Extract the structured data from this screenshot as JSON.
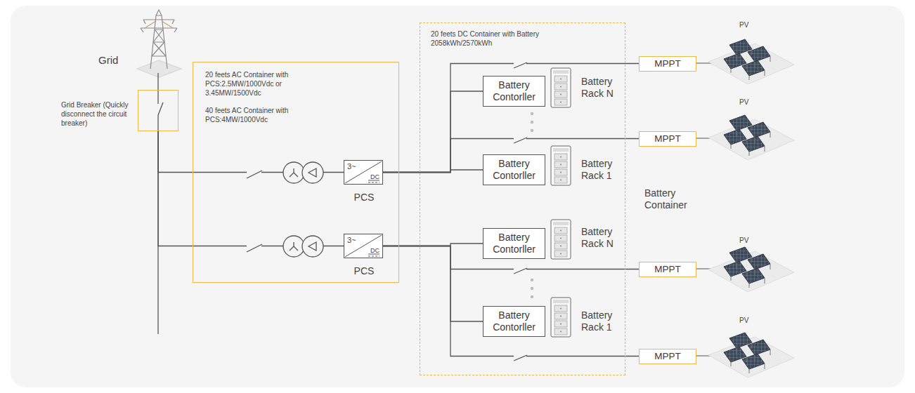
{
  "diagram": {
    "nodes": [
      {
        "text": [
          "Grid Breaker (Quickly disconnect the circuit breaker)"
        ]
      },
      {
        "text": [
          "20 feets AC Container with PCS:2.5MW/1000Vdc or 3.45MW/1500Vdc",
          "40 feets AC Container with PCS:4MW/1000Vdc"
        ]
      },
      {
        "text": [
          "3~",
          "DC",
          "PCS"
        ],
        "in": 1
      },
      {
        "text": [
          "3~",
          "DC",
          "PCS"
        ],
        "in": 1
      },
      {
        "text": [
          "20 feets DC Container with Battery 2058kWh/2570kWh"
        ]
      },
      {
        "text": [
          "Battery Contorller"
        ],
        "in": 4
      },
      {
        "text": [
          "Battery Contorller"
        ],
        "in": 4
      },
      {
        "text": [
          "Battery Contorller"
        ],
        "in": 4
      },
      {
        "text": [
          "Battery Contorller"
        ],
        "in": 4
      },
      {
        "text": [
          "MPPT"
        ]
      },
      {
        "text": [
          "MPPT"
        ]
      },
      {
        "text": [
          "MPPT"
        ]
      },
      {
        "text": [
          "MPPT"
        ]
      }
    ],
    "edges": [
      {
        "from": 0,
        "to": 2,
        "arrow": "none"
      },
      {
        "from": 0,
        "to": 3,
        "arrow": "none"
      },
      {
        "from": 2,
        "to": 9,
        "arrow": "none"
      },
      {
        "from": 2,
        "to": 5,
        "arrow": "none"
      },
      {
        "from": 2,
        "to": 10,
        "arrow": "none"
      },
      {
        "from": 2,
        "to": 6,
        "arrow": "none"
      },
      {
        "from": 3,
        "to": 7,
        "arrow": "none"
      },
      {
        "from": 3,
        "to": 11,
        "arrow": "none"
      },
      {
        "from": 3,
        "to": 8,
        "arrow": "none"
      },
      {
        "from": 3,
        "to": 12,
        "arrow": "none"
      }
    ],
    "labels": [
      "Grid",
      "PV",
      "PV",
      "PV",
      "PV",
      "Battery Rack N",
      "Battery Rack 1",
      "Battery Rack N",
      "Battery Rack 1",
      "Battery Container"
    ]
  }
}
